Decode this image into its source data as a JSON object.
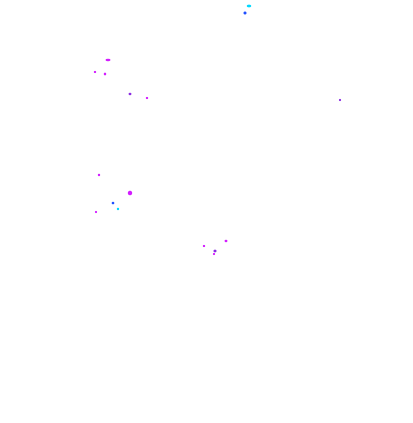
{
  "canvas": {
    "background": "#ffffff"
  },
  "colors": {
    "magenta": "#d21cff",
    "purple": "#8a2be2",
    "blue": "#1f4fff",
    "cyan": "#00d8ff"
  },
  "clusters": [
    {
      "name": "top-dots",
      "dots": [
        {
          "color": "cyan"
        },
        {
          "color": "blue"
        }
      ]
    },
    {
      "name": "upper-left-dots",
      "dots": [
        {
          "color": "magenta"
        },
        {
          "color": "magenta"
        },
        {
          "color": "magenta"
        },
        {
          "color": "purple"
        },
        {
          "color": "magenta"
        }
      ]
    },
    {
      "name": "mid-left-dots",
      "dots": [
        {
          "color": "magenta"
        },
        {
          "color": "magenta"
        },
        {
          "color": "blue"
        },
        {
          "color": "cyan"
        },
        {
          "color": "magenta"
        }
      ]
    },
    {
      "name": "center-dots",
      "dots": [
        {
          "color": "magenta"
        },
        {
          "color": "magenta"
        },
        {
          "color": "purple"
        },
        {
          "color": "magenta"
        }
      ]
    },
    {
      "name": "right-dot",
      "dots": [
        {
          "color": "purple"
        }
      ]
    }
  ]
}
